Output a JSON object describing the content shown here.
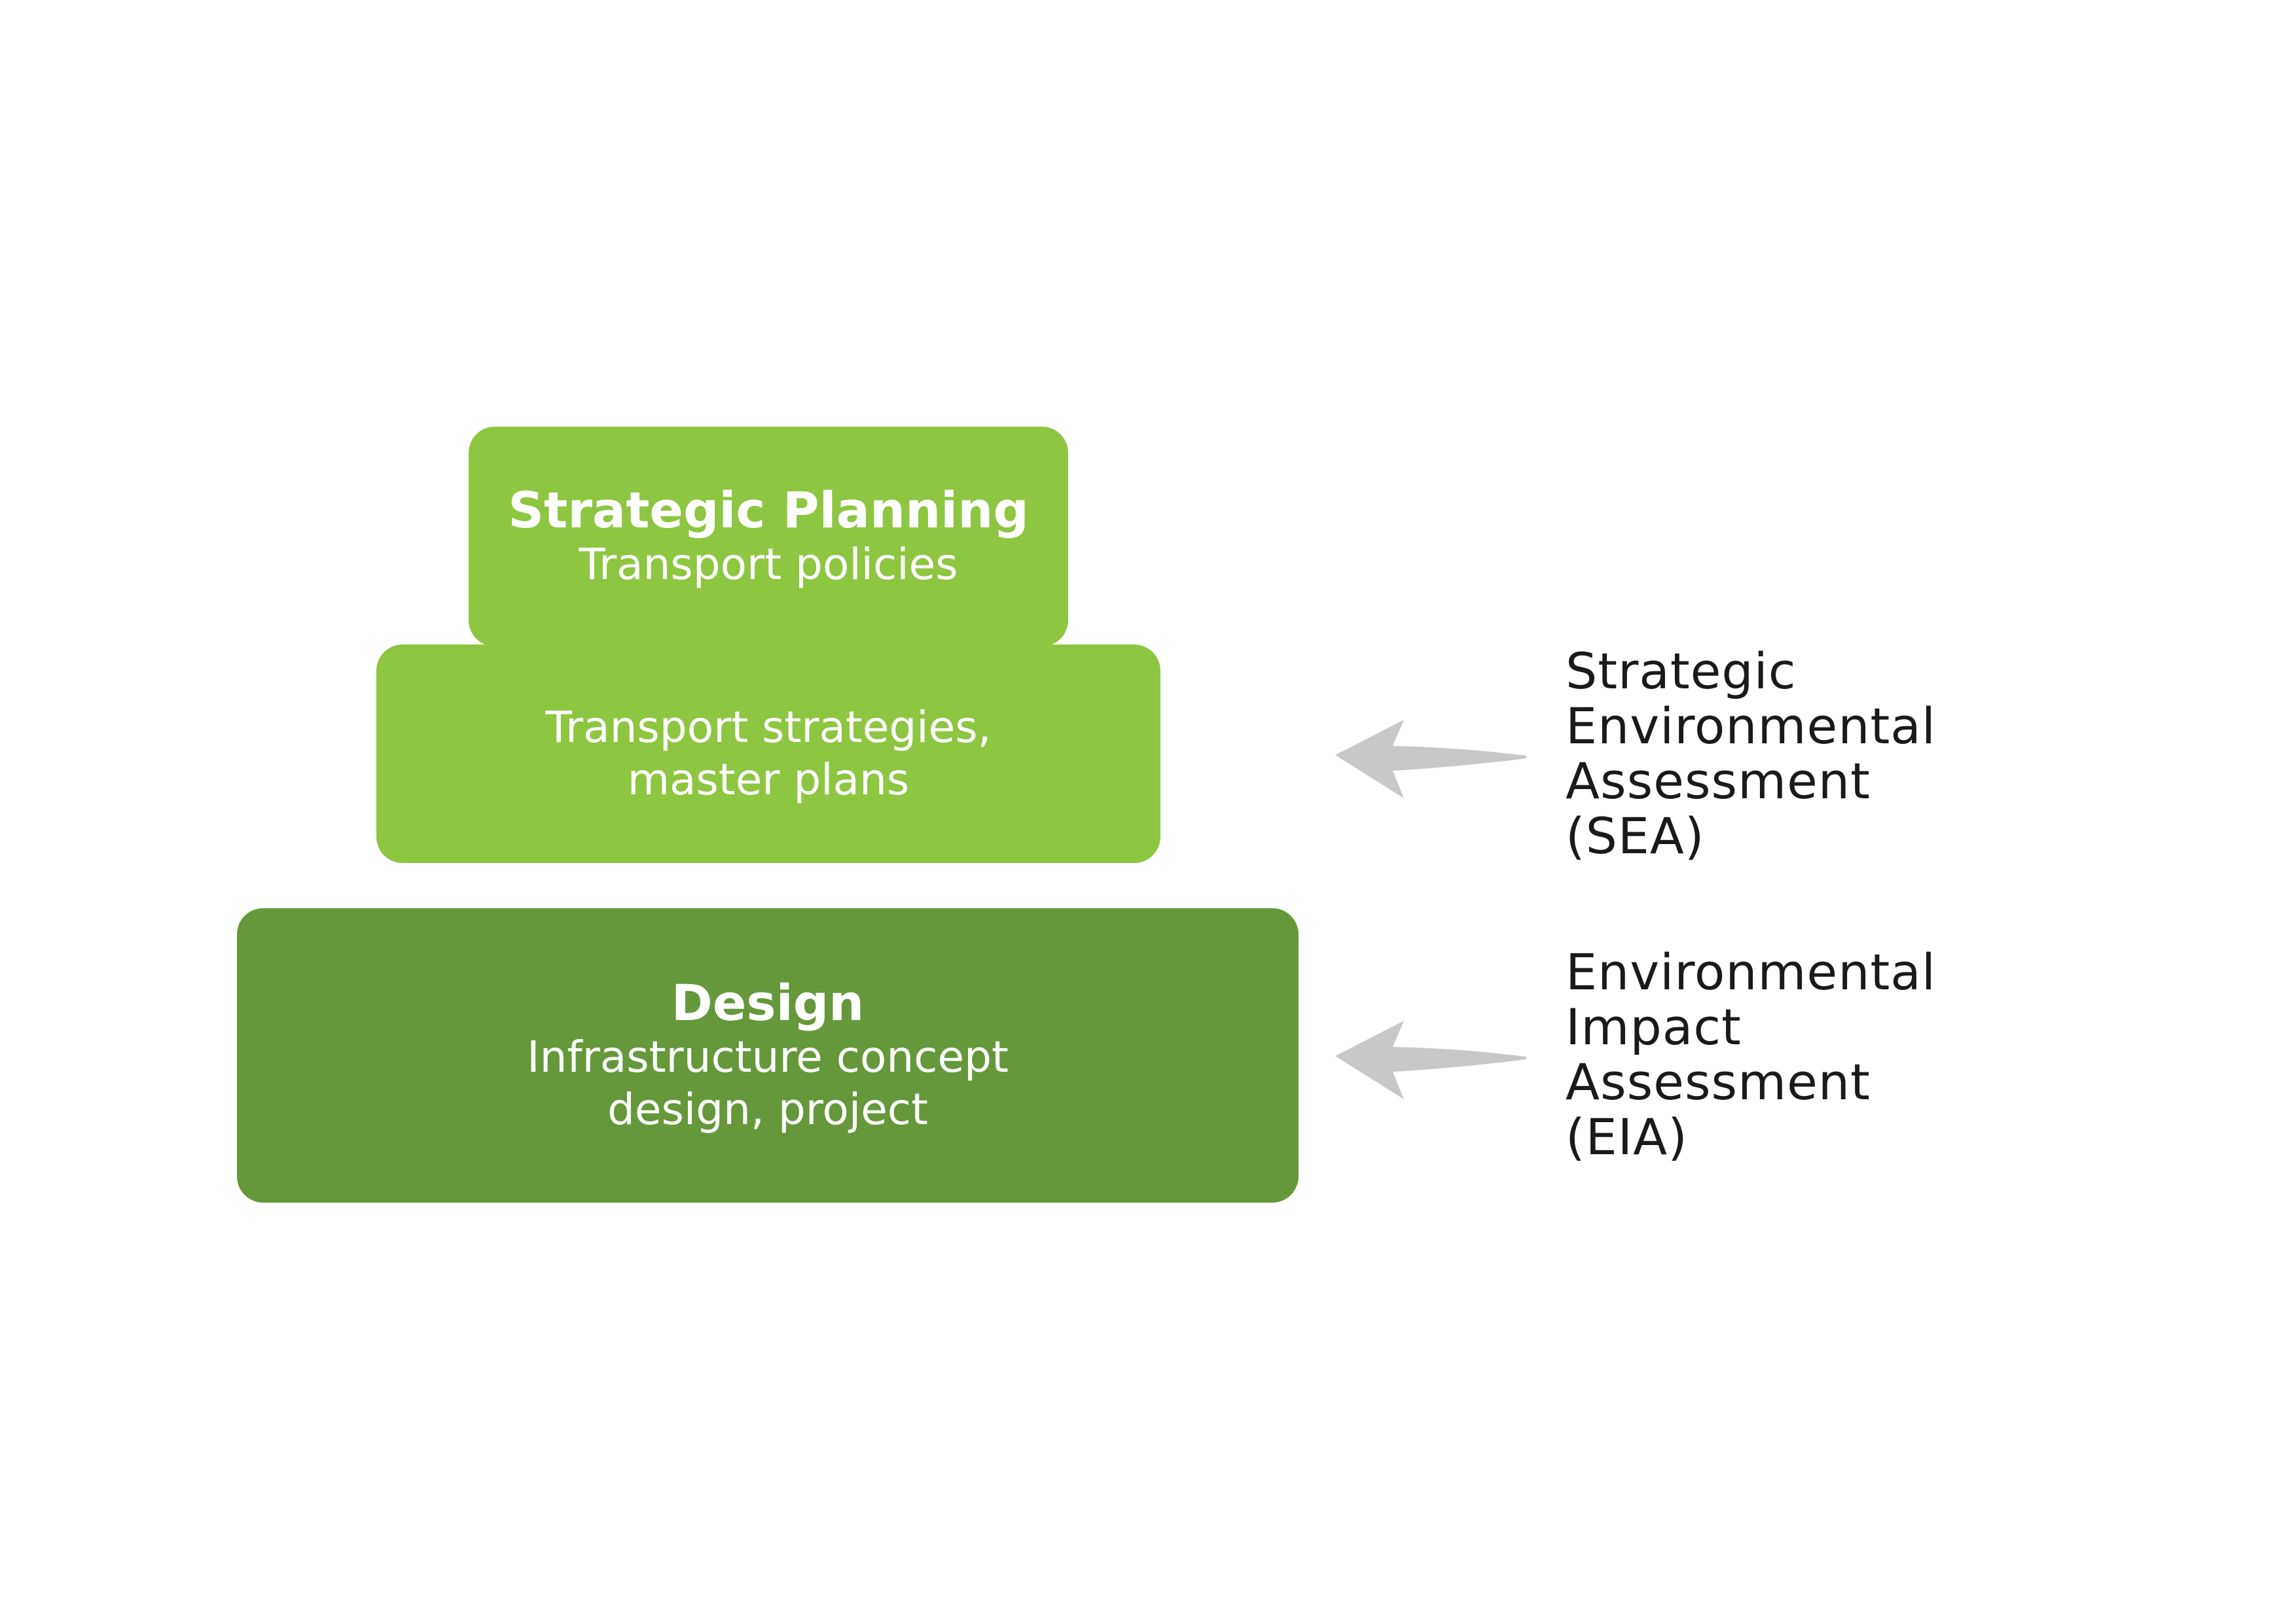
{
  "levels": {
    "strategic_planning": {
      "title": "Strategic Planning",
      "subtitle": "Transport policies",
      "color": "#8dc641"
    },
    "strategies": {
      "line1": "Transport strategies,",
      "line2": "master plans",
      "color": "#8dc641"
    },
    "design": {
      "title": "Design",
      "line1": "Infrastructure concept",
      "line2": "design, project",
      "color": "#64983a"
    }
  },
  "assessments": {
    "sea": {
      "lines": [
        "Strategic",
        "Environmental",
        "Assessment",
        "(SEA)"
      ],
      "arrow_icon": "arrow-left-icon"
    },
    "eia": {
      "lines": [
        "Environmental",
        "Impact",
        "Assessment",
        "(EIA)"
      ],
      "arrow_icon": "arrow-left-icon"
    }
  },
  "colors": {
    "arrow": "#c8c8c8",
    "label_text": "#1a1a1a"
  }
}
